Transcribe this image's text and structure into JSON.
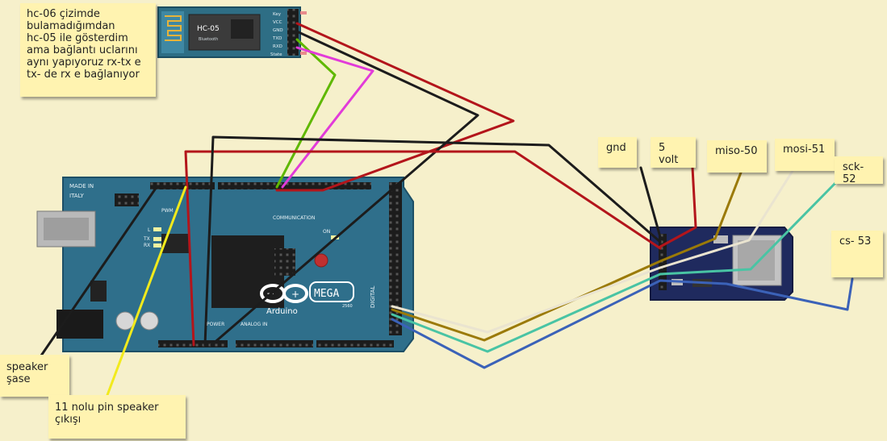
{
  "notes": {
    "hc06": "hc-06 çizimde\nbulamadığımdan\nhc-05 ile gösterdim\nama bağlantı uclarını\naynı yapıyoruz rx-tx e\ntx- de rx e bağlanıyor",
    "gnd": "gnd",
    "volt5": "5 volt",
    "miso": "miso-50",
    "mosi": "mosi-51",
    "sck": "sck-52",
    "cs": "cs- 53",
    "speaker_gnd": "speaker\nşase",
    "speaker_pin": "11  nolu pin speaker\nçıkışı"
  },
  "hc05": {
    "model": "HC-05",
    "sub": "Bluetooth",
    "pins": [
      "Key",
      "VCC",
      "GND",
      "TXD",
      "RXD",
      "State"
    ]
  },
  "arduino": {
    "made_in": "MADE IN",
    "country": "ITALY",
    "brand": "Arduino",
    "model": "MEGA",
    "year": "2560",
    "pwm": "PWM",
    "communication": "COMMUNICATION",
    "digital": "DIGITAL",
    "power": "POWER",
    "analog_in": "ANALOG IN",
    "led_l": "L",
    "led_tx": "TX",
    "led_rx": "RX",
    "led_on": "ON"
  },
  "colors": {
    "background": "#f6f0cb",
    "note": "#fff3b0",
    "board": "#2f6f8b",
    "wire_red": "#b3151b",
    "wire_black": "#1c1c1c",
    "wire_green": "#5fb800",
    "wire_magenta": "#e23bd9",
    "wire_yellow": "#f2ea1c",
    "wire_olive": "#9b7a08",
    "wire_white": "#eae4d0",
    "wire_teal": "#49c4a4",
    "wire_blue": "#3b62b8"
  }
}
